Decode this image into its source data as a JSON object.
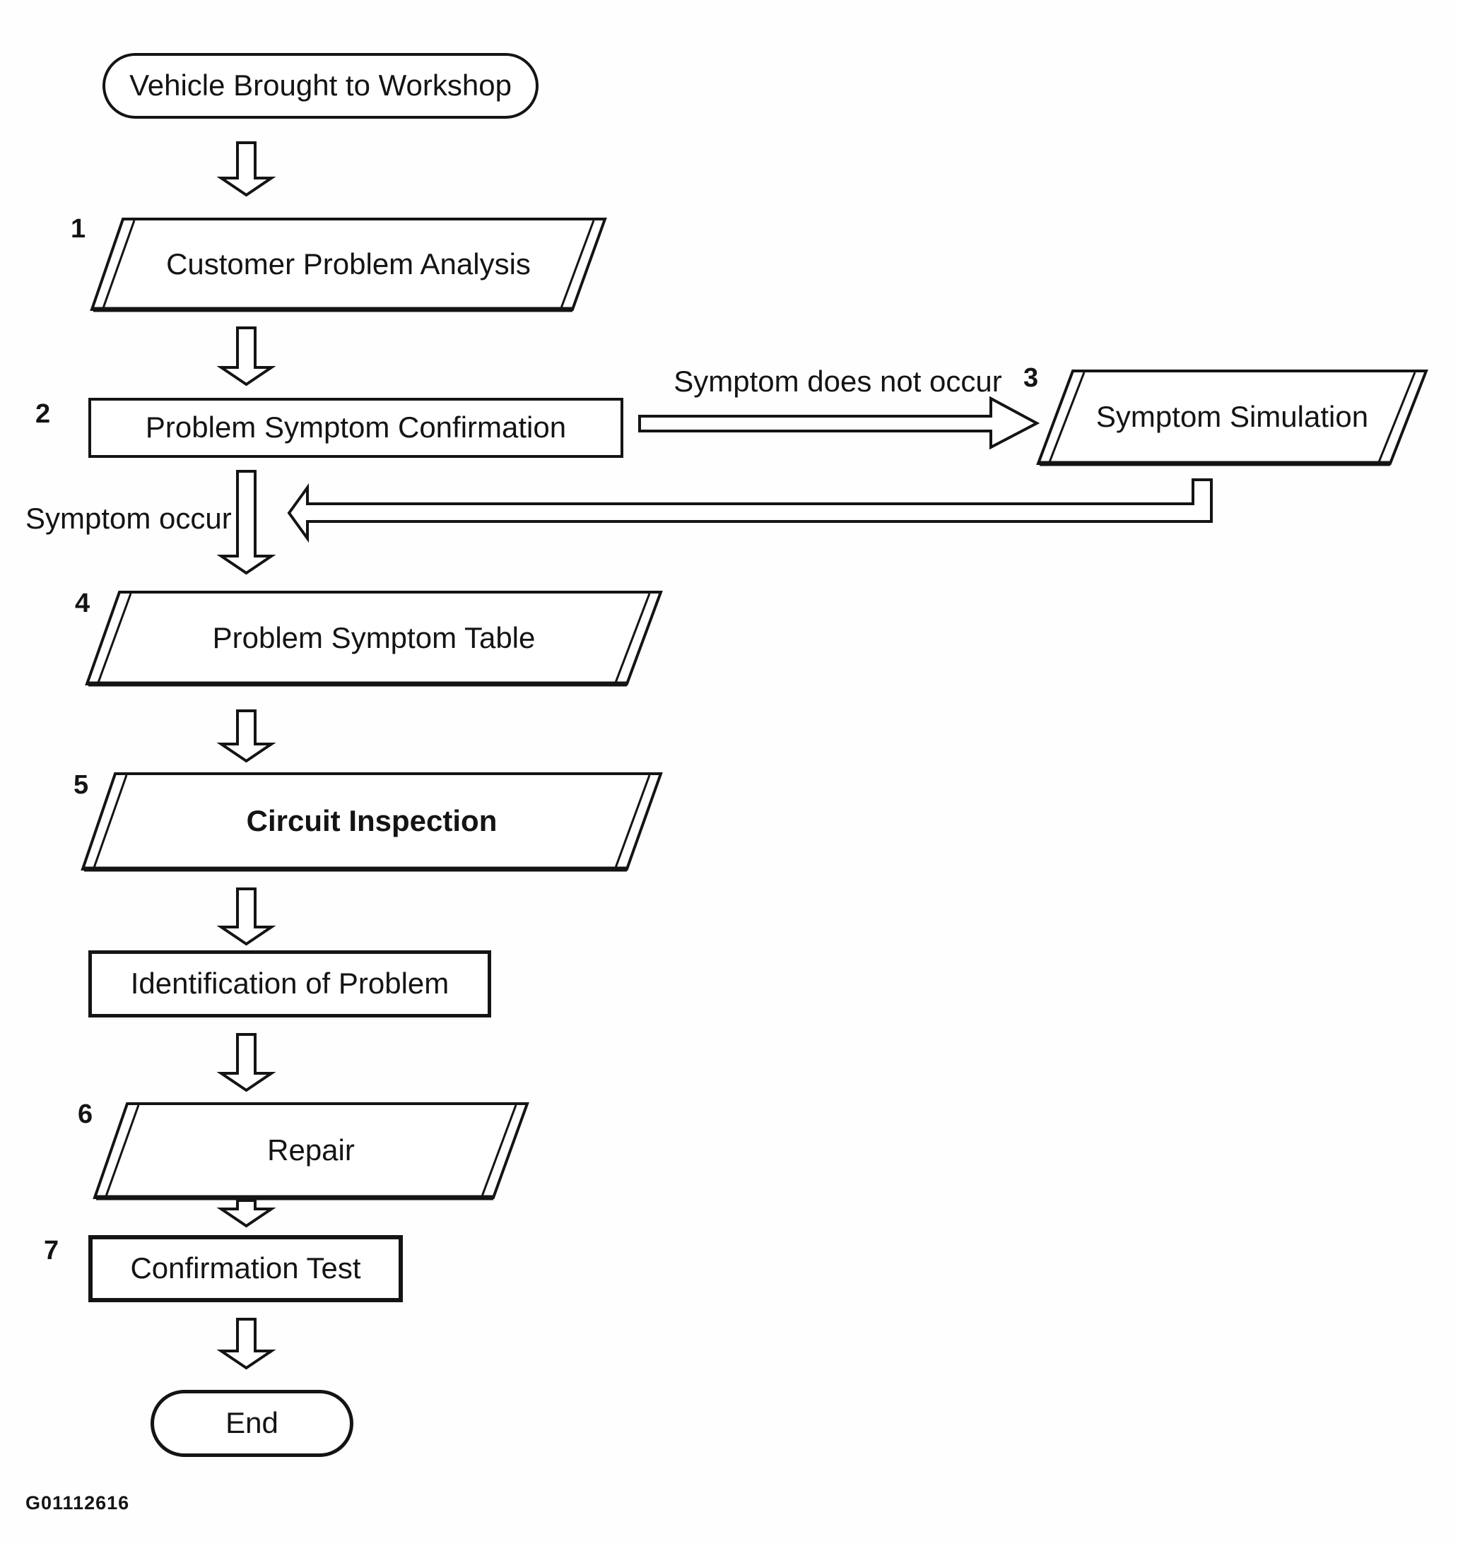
{
  "nodes": {
    "start": "Vehicle Brought to Workshop",
    "s1": {
      "num": "1",
      "label": "Customer Problem Analysis"
    },
    "s2": {
      "num": "2",
      "label": "Problem Symptom Confirmation"
    },
    "s3": {
      "num": "3",
      "label": "Symptom Simulation"
    },
    "s4": {
      "num": "4",
      "label": "Problem Symptom Table"
    },
    "s5": {
      "num": "5",
      "label": "Circuit Inspection"
    },
    "ident": {
      "label": "Identification of Problem"
    },
    "s6": {
      "num": "6",
      "label": "Repair"
    },
    "s7": {
      "num": "7",
      "label": "Confirmation Test"
    },
    "end": "End"
  },
  "edges": {
    "symptom_not_occur": "Symptom does not occur",
    "symptom_occur": "Symptom occur"
  },
  "footer": {
    "figure_code": "G01112616"
  },
  "colors": {
    "ink": "#141414",
    "paper": "#ffffff"
  }
}
